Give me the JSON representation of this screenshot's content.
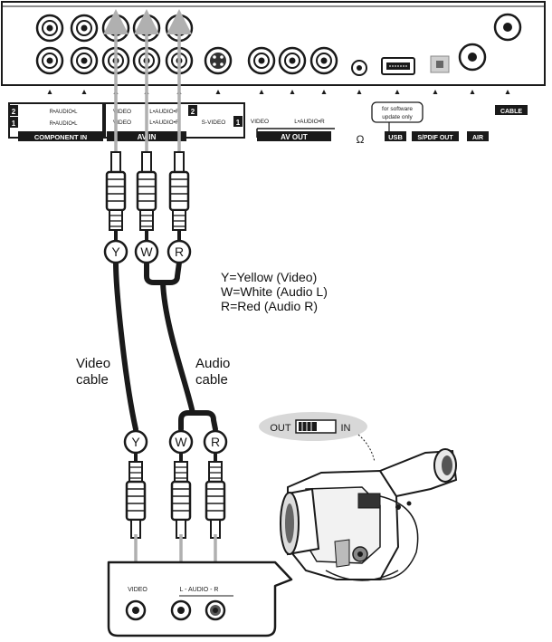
{
  "tv_panel": {
    "component_in": {
      "row2_number": "2",
      "row2_label": "R•AUDIO•L",
      "row1_number": "1",
      "row1_label": "R•AUDIO•L",
      "title": "COMPONENT IN"
    },
    "av_in": {
      "row2_labels": [
        "VIDEO",
        "L•AUDIO•R"
      ],
      "row2_number": "2",
      "row1_labels": [
        "VIDEO",
        "L•AUDIO•R",
        "S-VIDEO"
      ],
      "row1_number": "1",
      "title": "AV IN"
    },
    "av_out": {
      "labels": [
        "VIDEO",
        "L•AUDIO•R"
      ],
      "title": "AV OUT"
    },
    "headphone_symbol": "Ω",
    "usb_note": [
      "for software",
      "update only"
    ],
    "usb_title": "USB",
    "spdif_title": "S/PDIF OUT",
    "air_title": "AIR",
    "cable_title": "CABLE"
  },
  "plugs": {
    "top": [
      "Y",
      "W",
      "R"
    ],
    "bottom": [
      "Y",
      "W",
      "R"
    ]
  },
  "legend": [
    "Y=Yellow (Video)",
    "W=White (Audio L)",
    "R=Red (Audio R)"
  ],
  "video_cable_label": [
    "Video",
    "cable"
  ],
  "audio_cable_label": [
    "Audio",
    "cable"
  ],
  "camcorder": {
    "switch_out": "OUT",
    "switch_in": "IN",
    "jack_labels": [
      "VIDEO",
      "L - AUDIO - R"
    ]
  },
  "colors": {
    "line": "#1a1a1a",
    "arrow": "#b0b0b0",
    "label_bar": "#1a1a1a",
    "bubble": "#d8d8d8"
  }
}
